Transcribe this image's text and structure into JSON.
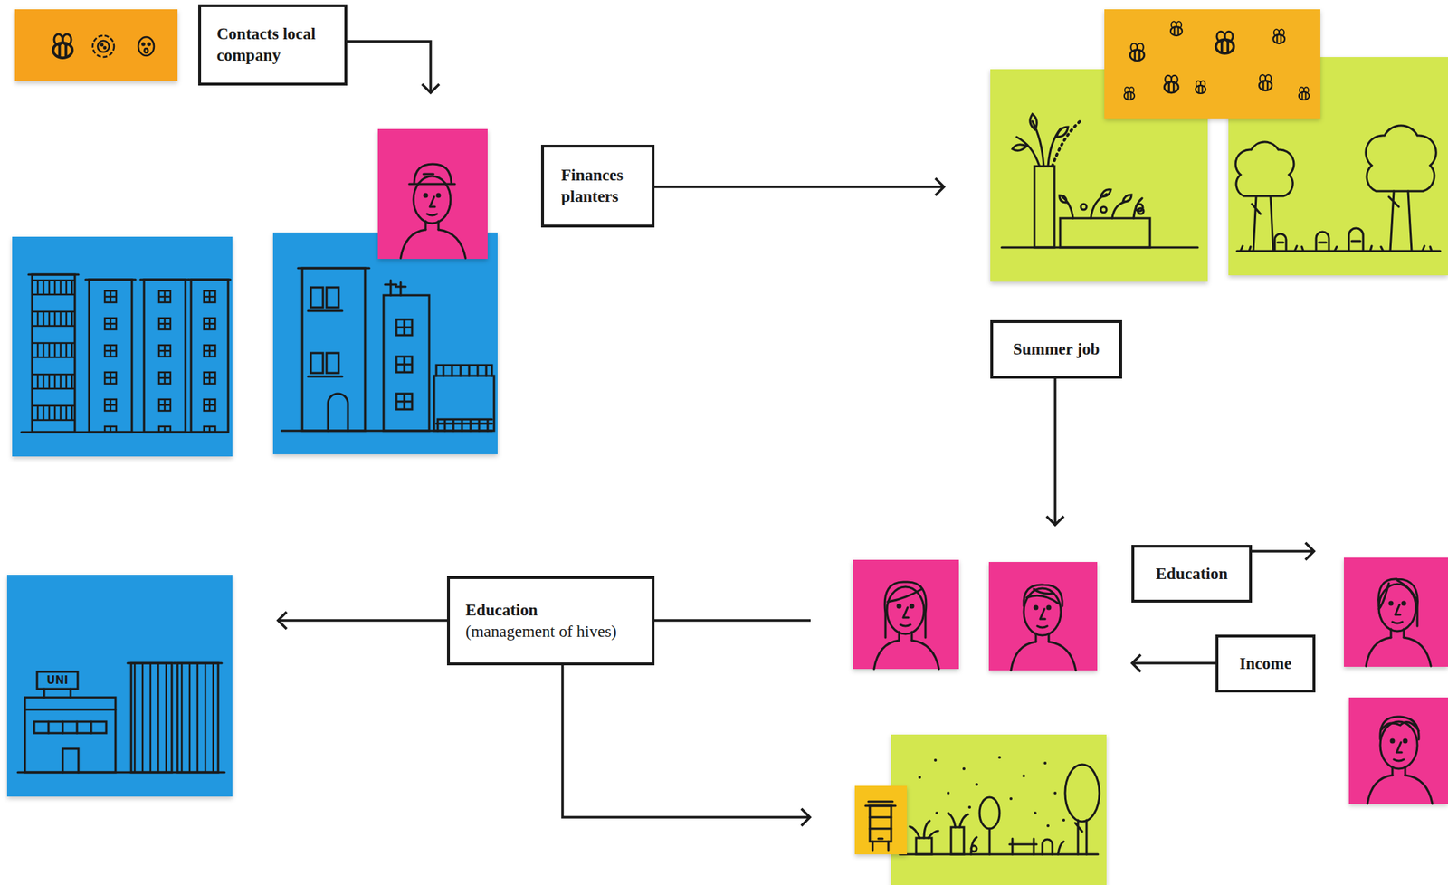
{
  "diagram": {
    "nodes": [
      {
        "text": [
          "Contacts local company"
        ]
      },
      {
        "text": [
          "Finances planters"
        ]
      },
      {
        "text": [
          "Summer job"
        ]
      },
      {
        "text": [
          "Education"
        ]
      },
      {
        "text": [
          "Education",
          "(management of hives)"
        ]
      },
      {
        "text": [
          "Income"
        ]
      }
    ],
    "labels": [
      "UNI"
    ]
  }
}
